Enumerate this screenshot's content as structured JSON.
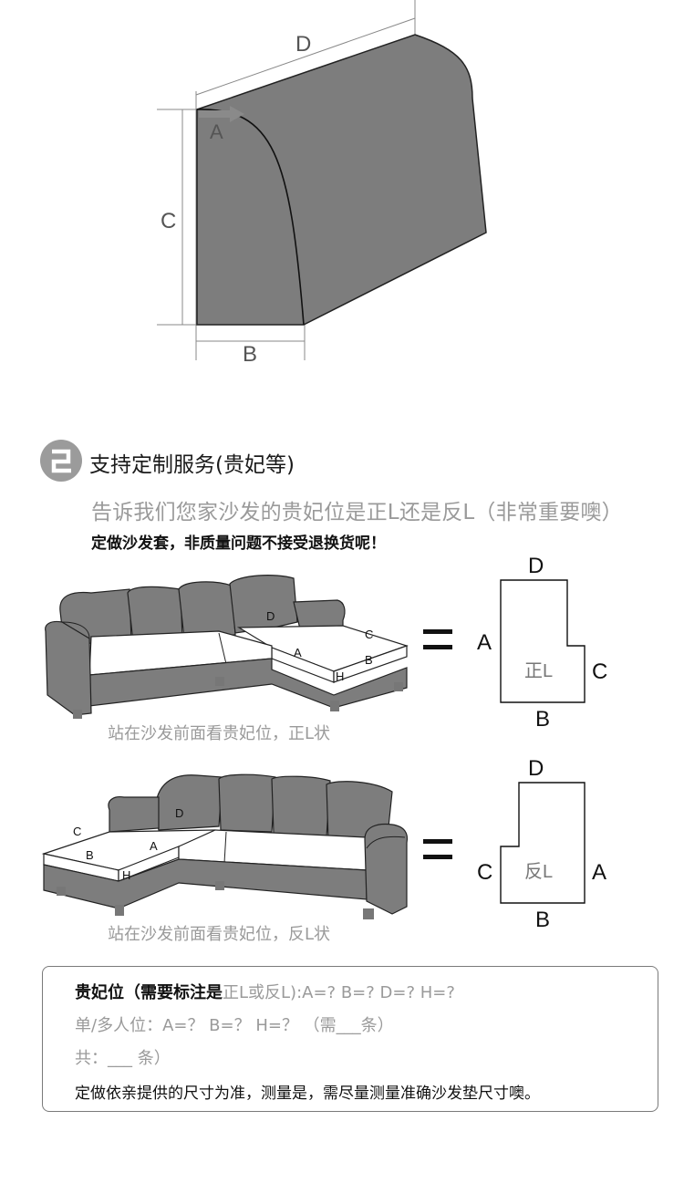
{
  "diagram_top": {
    "labels": {
      "a": "A",
      "b": "B",
      "c": "C",
      "d": "D"
    }
  },
  "section": {
    "title": "支持定制服务(贵妃等)",
    "subtitle": "告诉我们您家沙发的贵妃位是正L还是反L（非常重要噢）",
    "note": "定做沙发套，非质量问题不接受退换货呢！"
  },
  "sofa_left_l": {
    "labels": {
      "a": "A",
      "b": "B",
      "c": "C",
      "d": "D",
      "h": "H"
    },
    "caption": "站在沙发前面看贵妃位，正L状",
    "shape": {
      "top": "D",
      "left": "A",
      "right": "C",
      "bottom": "B",
      "center": "正L"
    }
  },
  "sofa_right_l": {
    "labels": {
      "a": "A",
      "b": "B",
      "c": "C",
      "d": "D",
      "h": "H"
    },
    "caption": "站在沙发前面看贵妃位，反L状",
    "shape": {
      "top": "D",
      "left": "C",
      "right": "A",
      "bottom": "B",
      "center": "反L"
    }
  },
  "equals_sign": "=",
  "info_box": {
    "line1_bold": "贵妃位（需要标注是",
    "line1_gray": "正L或反L):A=? B=? D=? H=?",
    "line2": "单/多人位：A=？ B=？ H=？ （需___条）",
    "line3": "共：___ 条）",
    "line4": "定做依亲提供的尺寸为准，测量是，需尽量测量准确沙发垫尺寸噢。"
  },
  "colors": {
    "sofa_gray": "#7d7d7d",
    "cushion_white": "#ffffff",
    "caption_gray": "#9a9a9a",
    "arrow_gray": "#8a8a8a"
  }
}
